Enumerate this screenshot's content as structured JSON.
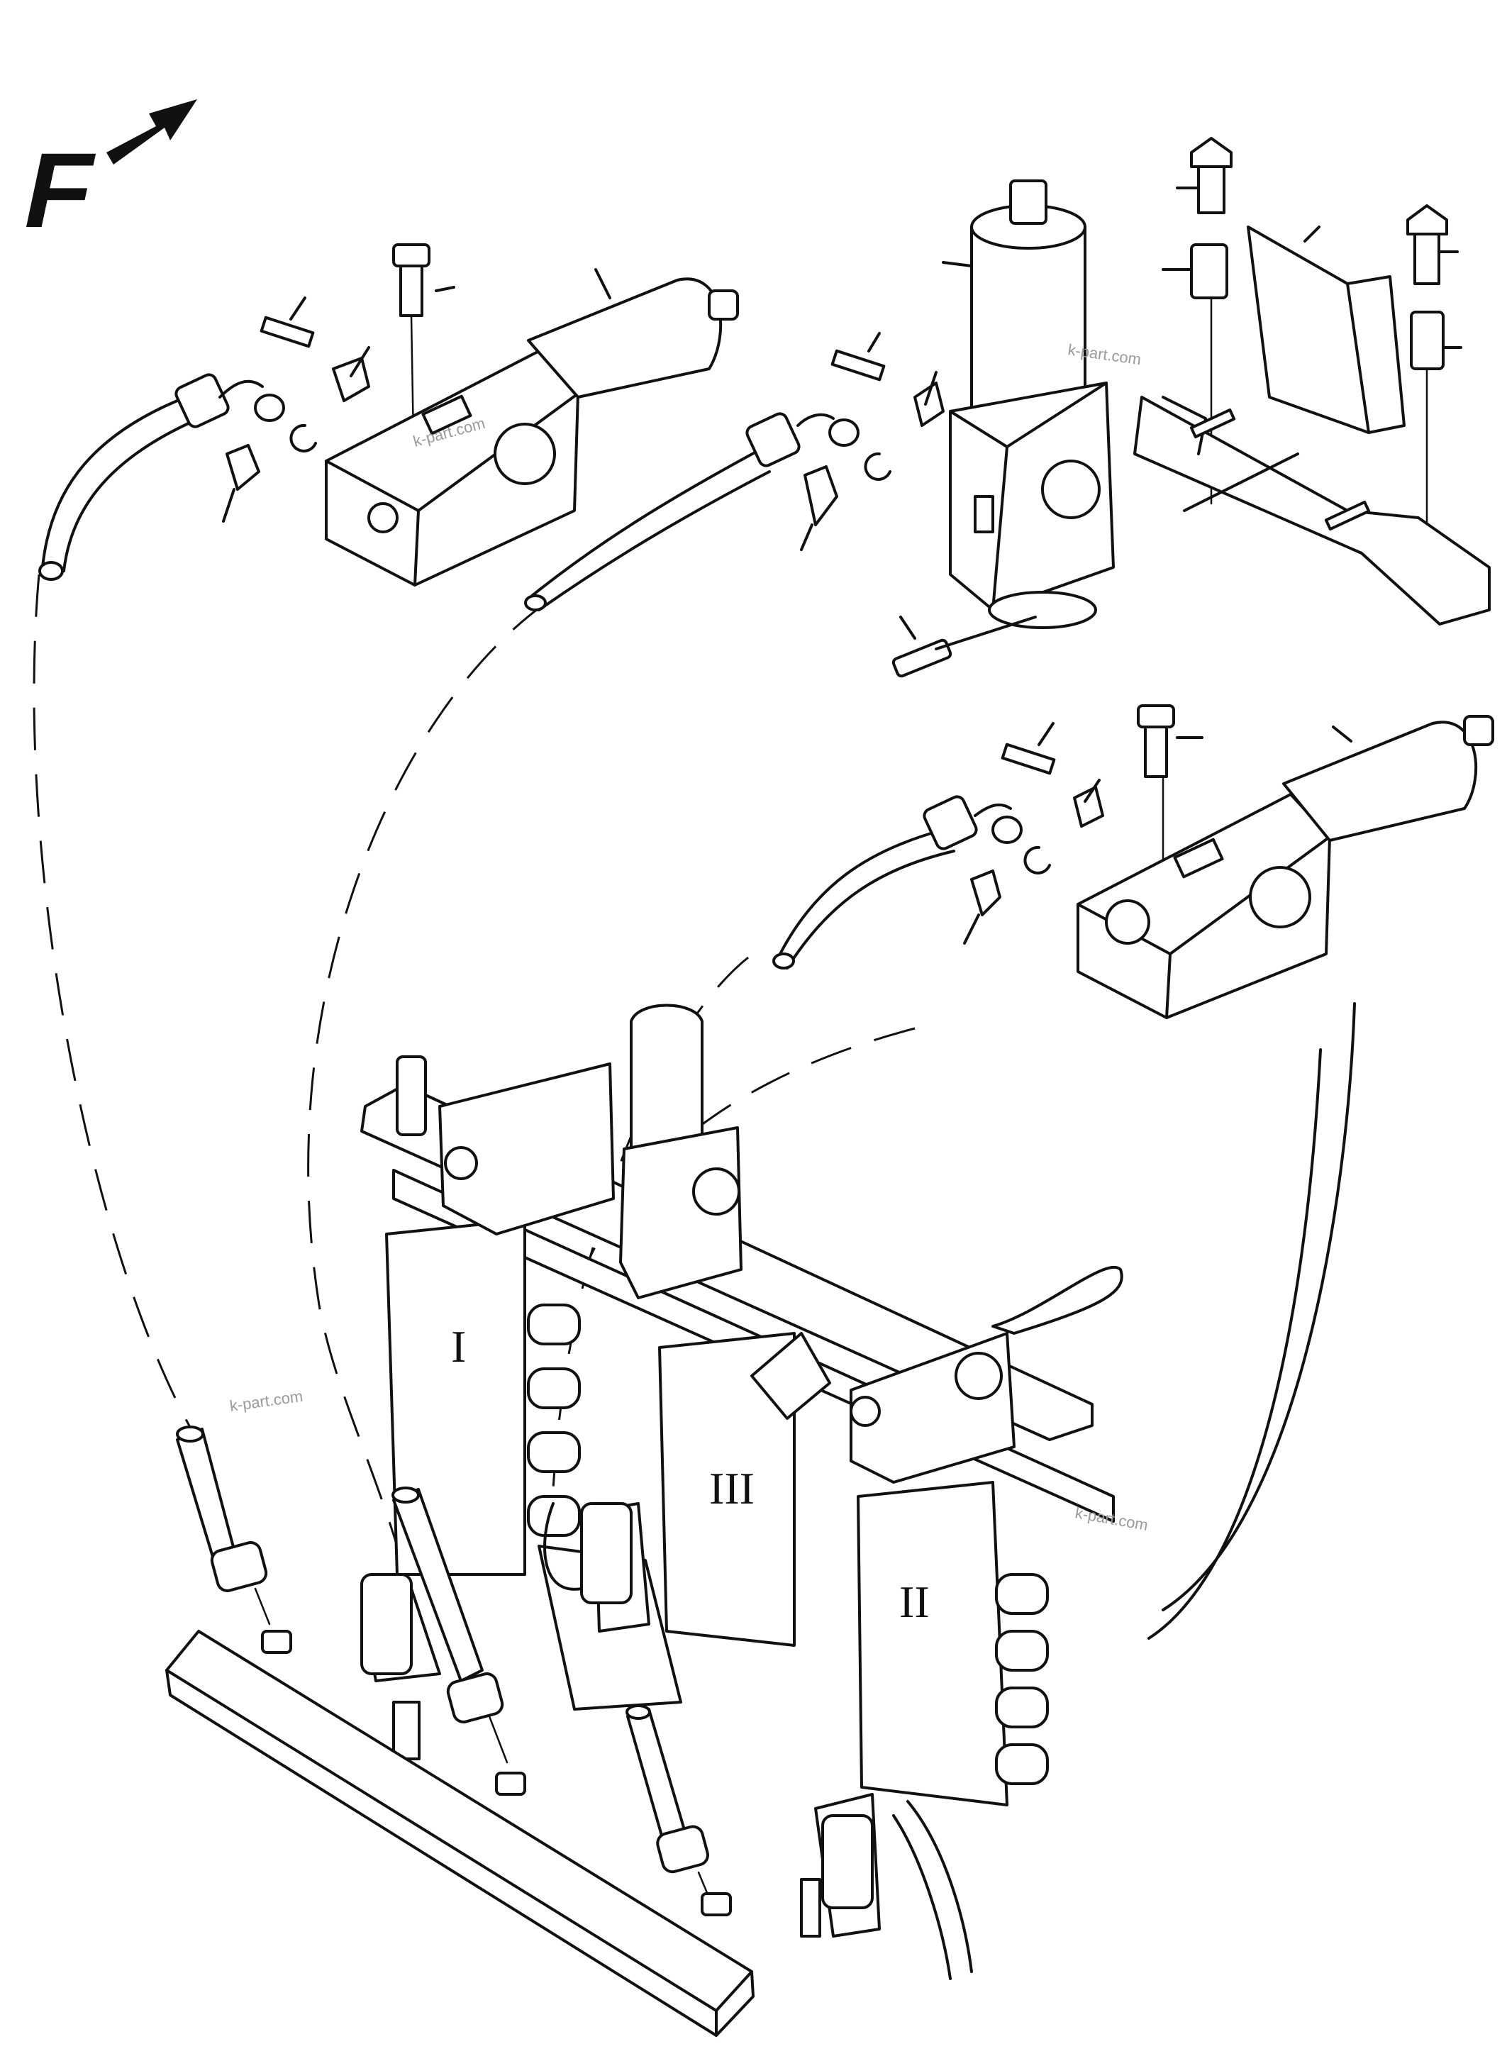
{
  "diagram": {
    "direction_label": "F",
    "section_labels": [
      "I",
      "II",
      "III"
    ],
    "watermark": "k-part.com"
  }
}
